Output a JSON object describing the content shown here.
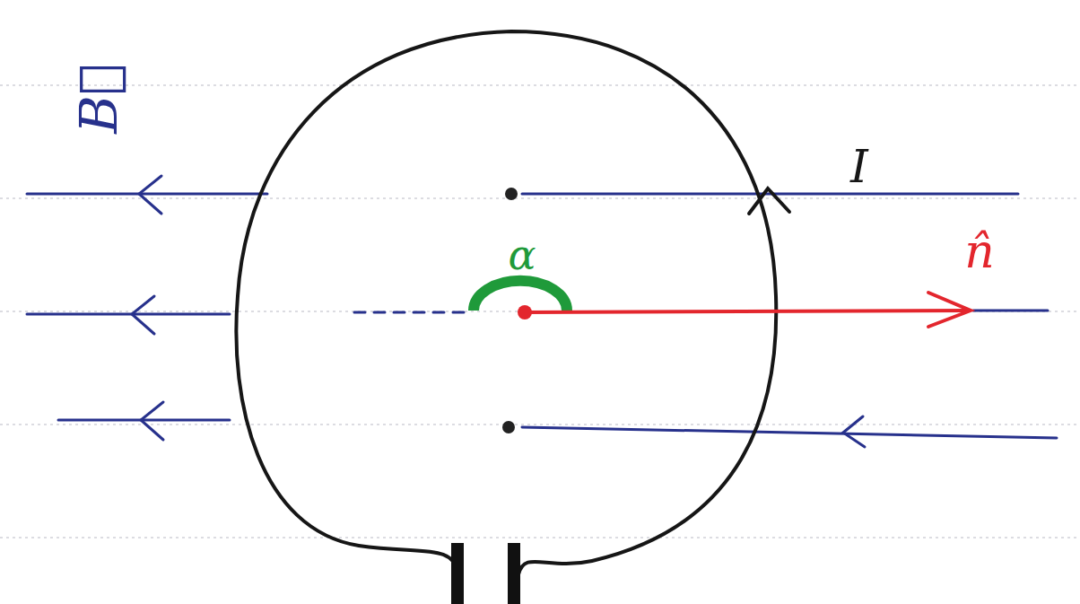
{
  "diagram": {
    "labels": [
      "B⃗",
      "I",
      "α",
      "n̂"
    ]
  }
}
